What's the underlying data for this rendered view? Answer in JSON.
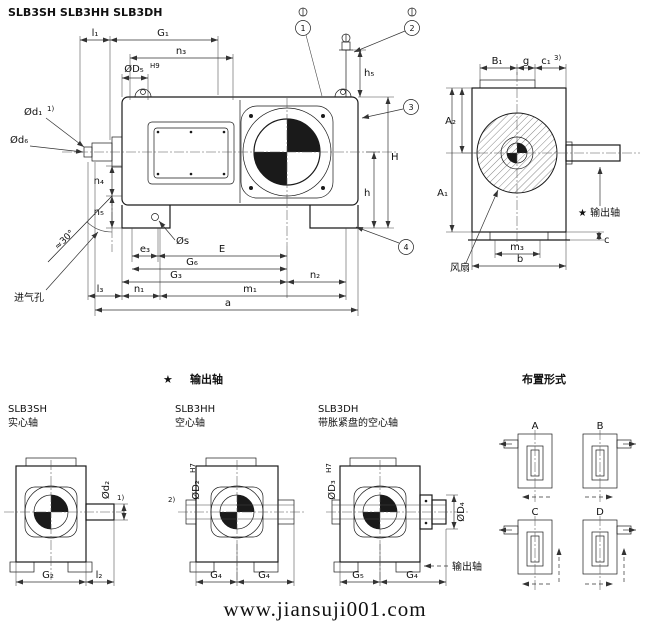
{
  "title": "SLB3SH SLB3HH SLB3DH",
  "watermark": "www.jiansuji001.com",
  "colors": {
    "watermark": "#ff8a8a",
    "line": "#1a1a1a"
  },
  "main_view": {
    "air_inlet": "进气孔",
    "angle": "≈30°",
    "dims": {
      "l1": "l₁",
      "G1": "G₁",
      "n3": "n₃",
      "D5": "ØD₅",
      "D5_tol": "H9",
      "h5": "h₅",
      "H": "H",
      "h": "h",
      "d1": "Ød₁",
      "d1_note": "1)",
      "d6": "Ød₆",
      "n4": "n₄",
      "n5": "n₅",
      "s": "Øs",
      "e3": "e₃",
      "E": "E",
      "G6": "G₆",
      "G3": "G₃",
      "n2": "n₂",
      "n1": "n₁",
      "m1": "m₁",
      "a": "a",
      "l3": "l₃"
    },
    "callouts": [
      "1",
      "2",
      "3",
      "4"
    ]
  },
  "end_view": {
    "dims": {
      "B1": "B₁",
      "g": "g",
      "c1": "c₁",
      "c1_note": "3)",
      "A2": "A₂",
      "A1": "A₁",
      "m3": "m₃",
      "b": "b",
      "c": "c"
    },
    "fan": "风扇",
    "output_shaft": "★ 输出轴"
  },
  "output_section": {
    "star": "★",
    "header": "输出轴",
    "variants": [
      {
        "model": "SLB3SH",
        "type": "实心轴",
        "d": "Ød₂",
        "note": "1)",
        "g_left": "G₂",
        "g_right": "l₂"
      },
      {
        "model": "SLB3HH",
        "type": "空心轴",
        "d": "ØD₂",
        "d_tol": "H7",
        "note": "2)",
        "g_left": "G₄",
        "g_right": "G₄"
      },
      {
        "model": "SLB3DH",
        "type": "带胀紧盘的空心轴",
        "d": "ØD₃",
        "d_tol": "H7",
        "d2": "ØD₄",
        "g_left": "G₅",
        "g_right": "G₄",
        "output": "输出轴"
      }
    ]
  },
  "arrangements": {
    "header": "布置形式",
    "items": [
      "A",
      "B",
      "C",
      "D"
    ]
  }
}
